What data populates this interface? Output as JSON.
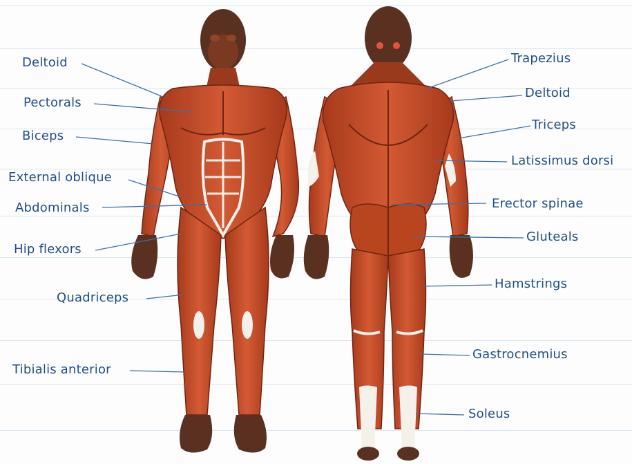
{
  "colors": {
    "label": "#1f4e86",
    "leader": "#3b6fa8",
    "muscle": "#c24a26",
    "muscle_dark": "#8a2b12",
    "skin": "#5a3120",
    "tendon": "#f4f0ea",
    "ruled_line": "#d8e6ef"
  },
  "labels": {
    "front": {
      "deltoid": "Deltoid",
      "pectorals": "Pectorals",
      "biceps": "Biceps",
      "external_oblique": "External oblique",
      "abdominals": "Abdominals",
      "hip_flexors": "Hip flexors",
      "quadriceps": "Quadriceps",
      "tibialis_anterior": "Tibialis anterior"
    },
    "back": {
      "trapezius": "Trapezius",
      "deltoid": "Deltoid",
      "triceps": "Triceps",
      "latissimus_dorsi": "Latissimus dorsi",
      "erector_spinae": "Erector spinae",
      "gluteals": "Gluteals",
      "hamstrings": "Hamstrings",
      "gastrocnemius": "Gastrocnemius",
      "soleus": "Soleus"
    }
  }
}
